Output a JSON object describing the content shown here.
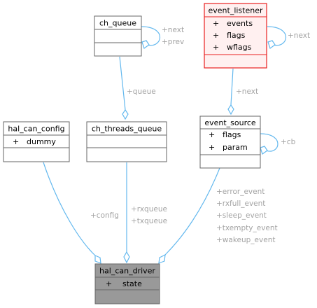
{
  "colors": {
    "edge": "#63b8ee",
    "box_border": "#666666",
    "box_fill": "#ffffff",
    "highlight_border": "#e82020",
    "highlight_fill": "#fff0f0",
    "focus_fill": "#999999",
    "label": "#a3a3a3"
  },
  "classes": {
    "ch_queue": {
      "title": "ch_queue",
      "members": []
    },
    "event_listener": {
      "title": "event_listener",
      "members": [
        {
          "vis": "+",
          "name": "events"
        },
        {
          "vis": "+",
          "name": "flags"
        },
        {
          "vis": "+",
          "name": "wflags"
        }
      ]
    },
    "hal_can_config": {
      "title": "hal_can_config",
      "members": [
        {
          "vis": "+",
          "name": "dummy"
        }
      ]
    },
    "ch_threads_queue": {
      "title": "ch_threads_queue",
      "members": []
    },
    "event_source": {
      "title": "event_source",
      "members": [
        {
          "vis": "+",
          "name": "flags"
        },
        {
          "vis": "+",
          "name": "param"
        }
      ]
    },
    "hal_can_driver": {
      "title": "hal_can_driver",
      "members": [
        {
          "vis": "+",
          "name": "state"
        }
      ]
    }
  },
  "edges": {
    "ch_queue_self": [
      "+next",
      "+prev"
    ],
    "event_listener_self": [
      "+next"
    ],
    "event_source_self": [
      "+cb"
    ],
    "queue": [
      "+queue"
    ],
    "listener_next": [
      "+next"
    ],
    "config": [
      "+config"
    ],
    "rx_tx": [
      "+rxqueue",
      "+txqueue"
    ],
    "events": [
      "+error_event",
      "+rxfull_event",
      "+sleep_event",
      "+txempty_event",
      "+wakeup_event"
    ]
  }
}
